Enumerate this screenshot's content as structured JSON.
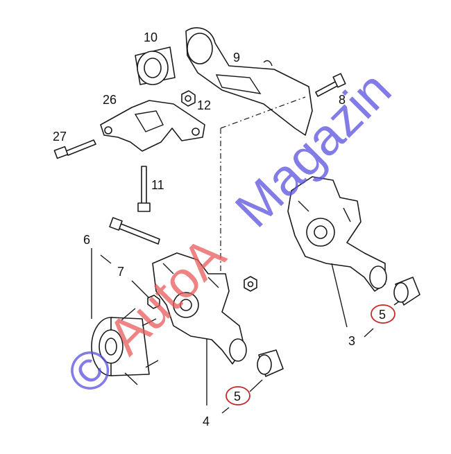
{
  "callouts": {
    "c10": "10",
    "c9": "9",
    "c26": "26",
    "c12": "12",
    "c8": "8",
    "c27": "27",
    "c11": "11",
    "c6": "6",
    "c7": "7",
    "c5a": "5",
    "c5b": "5",
    "c3": "3",
    "c4": "4"
  },
  "watermark": {
    "symbol": "©",
    "brand_part1": "AutoA",
    "brand_part2": "Magazin"
  },
  "colors": {
    "line": "#1a1a1a",
    "highlight_circle": "#c62828",
    "watermark_red": "#e85a5a",
    "watermark_blue": "#5a50dd"
  }
}
